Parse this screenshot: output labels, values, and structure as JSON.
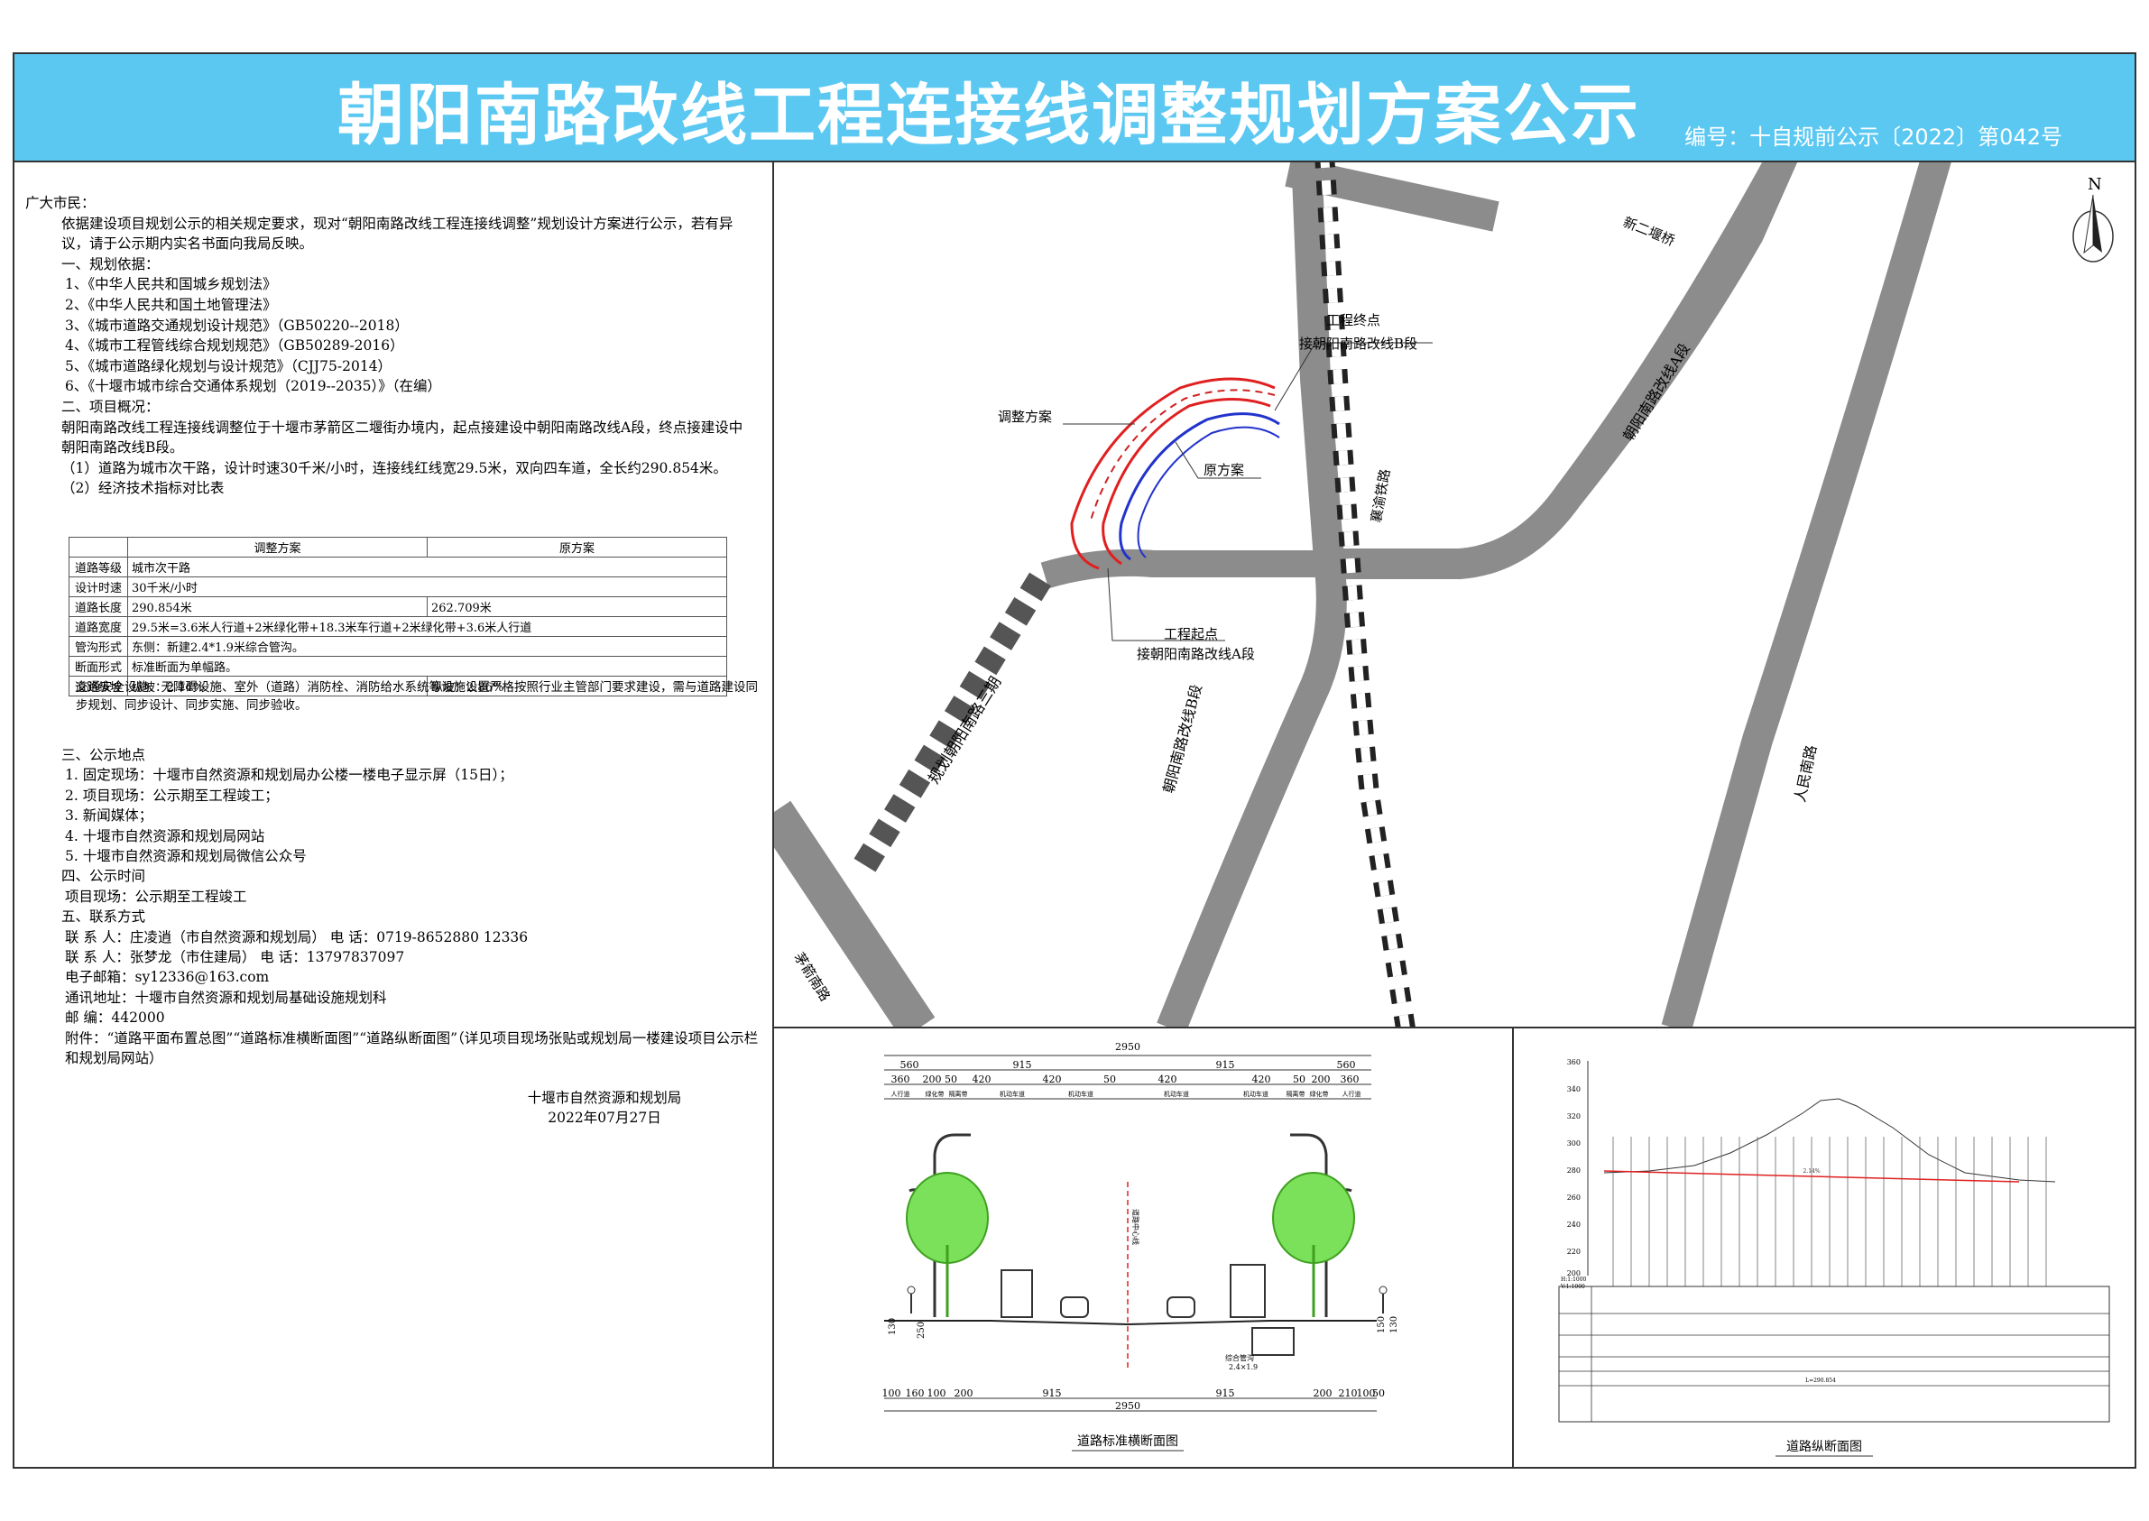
{
  "header": {
    "title": "朝阳南路改线工程连接线调整规划方案公示",
    "number": "编号：十自规前公示〔2022〕第042号"
  },
  "notice": {
    "salutation": "广大市民：",
    "intro": "依据建设项目规划公示的相关规定要求，现对“朝阳南路改线工程连接线调整”规划设计方案进行公示，若有异议，请于公示期内实名书面向我局反映。",
    "s1_title": "一、规划依据：",
    "basis": [
      "1、《中华人民共和国城乡规划法》",
      "2、《中华人民共和国土地管理法》",
      "3、《城市道路交通规划设计规范》（GB50220--2018）",
      "4、《城市工程管线综合规划规范》（GB50289-2016）",
      "5、《城市道路绿化规划与设计规范》（CJJ75-2014）",
      "6、《十堰市城市综合交通体系规划（2019--2035）》（在编）"
    ],
    "s2_title": "二、项目概况：",
    "overview": "朝阳南路改线工程连接线调整位于十堰市茅箭区二堰街办境内，起点接建设中朝阳南路改线A段，终点接建设中朝阳南路改线B段。",
    "overview_1": "（1）道路为城市次干路，设计时速30千米/小时，连接线红线宽29.5米，双向四车道，全长约290.854米。",
    "overview_2": "（2）经济技术指标对比表",
    "table": {
      "headers": [
        "",
        "调整方案",
        "原方案"
      ],
      "rows": [
        [
          "道路等级",
          "城市次干路",
          ""
        ],
        [
          "设计时速",
          "30千米/小时",
          ""
        ],
        [
          "道路长度",
          "290.854米",
          "262.709米"
        ],
        [
          "道路宽度",
          "29.5米=3.6米人行道+2米绿化带+18.3米车行道+2米绿化带+3.6米人行道",
          ""
        ],
        [
          "管沟形式",
          "东侧：新建2.4*1.9米综合管沟。",
          ""
        ],
        [
          "断面形式",
          "标准断面为单幅路。",
          ""
        ],
        [
          "道路纵坡",
          "纵坡：2.14%",
          "纵坡：2.86%"
        ]
      ]
    },
    "note": "交通安全设施、无障碍设施、室外（道路）消防栓、消防给水系统等设施设置严格按照行业主管部门要求建设，需与道路建设同步规划、同步设计、同步实施、同步验收。",
    "s3_title": "三、公示地点",
    "places": [
      "1. 固定现场：十堰市自然资源和规划局办公楼一楼电子显示屏（15日）；",
      "2. 项目现场：公示期至工程竣工；",
      "3. 新闻媒体；",
      "4. 十堰市自然资源和规划局网站",
      "5. 十堰市自然资源和规划局微信公众号"
    ],
    "s4_title": "四、公示时间",
    "time": "项目现场：公示期至工程竣工",
    "s5_title": "五、联系方式",
    "contact1": "联 系 人：庄凌逍（市自然资源和规划局）     电   话：0719-8652880  12336",
    "contact2": "联 系 人：张梦龙（市住建局）        电   话：13797837097",
    "email": "电子邮箱：sy12336@163.com",
    "address": "通讯地址：十堰市自然资源和规划局基础设施规划科",
    "postcode": "邮    编：442000",
    "attachment": "附件：“道路平面布置总图”“道路标准横断面图”“道路纵断面图”（详见项目现场张贴或规划局一楼建设项目公示栏和规划局网站）",
    "sign_org": "十堰市自然资源和规划局",
    "sign_date": "2022年07月27日"
  },
  "map": {
    "north": "N",
    "labels": {
      "end_point": "工程终点",
      "end_desc": "接朝阳南路改线B段",
      "adjusted": "调整方案",
      "original": "原方案",
      "start_point": "工程起点",
      "start_desc": "接朝阳南路改线A段",
      "railway": "襄渝铁路",
      "chaoyang_a": "朝阳南路改线A段",
      "chaoyang_b": "朝阳南路改线B段",
      "planned": "规划朝阳南路三期",
      "renmin": "人民南路",
      "maojian": "茅箭南路",
      "erduan": "新二堰桥"
    }
  },
  "cross_section": {
    "caption": "道路标准横断面图",
    "total": "2950",
    "top_segments": [
      "560",
      "915",
      "420",
      "915",
      "560"
    ],
    "mid_segments": [
      "360",
      "200",
      "50",
      "420",
      "420",
      "50",
      "420",
      "420",
      "50",
      "200",
      "360"
    ],
    "lane_labels": [
      "人行道",
      "绿化带",
      "隔离带",
      "机动车道",
      "机动车道",
      "机动车道",
      "机动车道",
      "隔离带",
      "绿化带",
      "人行道"
    ],
    "bottom_segments": [
      "100",
      "160",
      "100",
      "200",
      "915",
      "915",
      "200",
      "210",
      "100",
      "50"
    ],
    "bottom_total": "2950",
    "center_label": "道路中心线",
    "pipe_label": "综合管沟",
    "pipe_size": "2.4×1.9",
    "dims_left": [
      "130",
      "250"
    ],
    "dims_right": [
      "150",
      "130"
    ]
  },
  "profile": {
    "caption": "道路纵断面图",
    "y_ticks": [
      "360",
      "340",
      "320",
      "300",
      "280",
      "260",
      "240",
      "220",
      "200"
    ],
    "scale_h": "H:1:1000",
    "scale_v": "V:1:1000",
    "grade_label": "2.14%",
    "length_label": "L=290.854"
  }
}
